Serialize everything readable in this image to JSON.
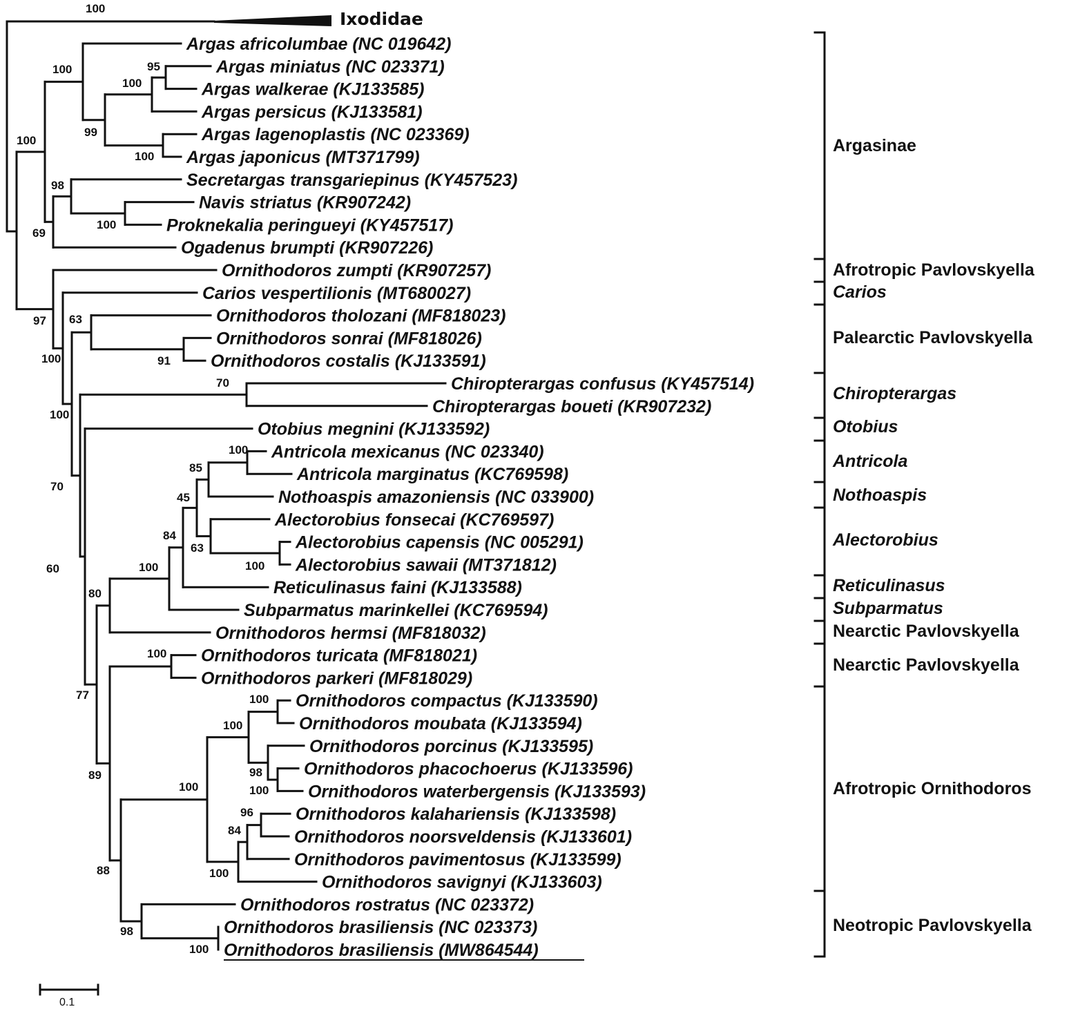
{
  "outgroup": {
    "label": "Ixodidae",
    "support": "100"
  },
  "taxa": [
    "Argas africolumbae (NC 019642)",
    "Argas miniatus (NC 023371)",
    "Argas walkerae (KJ133585)",
    "Argas persicus (KJ133581)",
    "Argas lagenoplastis (NC 023369)",
    "Argas japonicus (MT371799)",
    "Secretargas transgariepinus (KY457523)",
    "Navis striatus (KR907242)",
    "Proknekalia peringueyi (KY457517)",
    "Ogadenus brumpti (KR907226)",
    "Ornithodoros zumpti (KR907257)",
    "Carios vespertilionis (MT680027)",
    "Ornithodoros tholozani (MF818023)",
    "Ornithodoros sonrai (MF818026)",
    "Ornithodoros costalis (KJ133591)",
    "Chiropterargas confusus (KY457514)",
    "Chiropterargas  boueti (KR907232)",
    "Otobius megnini (KJ133592)",
    "Antricola mexicanus (NC 023340)",
    "Antricola marginatus (KC769598)",
    "Nothoaspis amazoniensis (NC 033900)",
    "Alectorobius fonsecai (KC769597)",
    "Alectorobius capensis (NC 005291)",
    "Alectorobius sawaii (MT371812)",
    "Reticulinasus faini (KJ133588)",
    "Subparmatus marinkellei (KC769594)",
    "Ornithodoros hermsi (MF818032)",
    "Ornithodoros turicata (MF818021)",
    "Ornithodoros parkeri (MF818029)",
    "Ornithodoros compactus (KJ133590)",
    "Ornithodoros moubata (KJ133594)",
    "Ornithodoros porcinus (KJ133595)",
    "Ornithodoros phacochoerus (KJ133596)",
    "Ornithodoros waterbergensis (KJ133593)",
    "Ornithodoros kalahariensis (KJ133598)",
    "Ornithodoros noorsveldensis (KJ133601)",
    "Ornithodoros pavimentosus (KJ133599)",
    "Ornithodoros savignyi (KJ133603)",
    "Ornithodoros rostratus (NC 023372)",
    "Ornithodoros brasiliensis (NC 023373)",
    "Ornithodoros brasiliensis (MW864544)"
  ],
  "highlighted_taxon": "Ornithodoros brasiliensis (MW864544)",
  "support_values": [
    "100",
    "100",
    "95",
    "100",
    "99",
    "100",
    "100",
    "98",
    "100",
    "69",
    "97",
    "63",
    "91",
    "100",
    "70",
    "100",
    "70",
    "100",
    "85",
    "45",
    "63",
    "100",
    "84",
    "100",
    "80",
    "60",
    "100",
    "77",
    "100",
    "100",
    "98",
    "100",
    "100",
    "96",
    "84",
    "100",
    "89",
    "88",
    "98",
    "100"
  ],
  "clades": [
    {
      "label": "Argasinae",
      "italic": false
    },
    {
      "label": "Afrotropic Pavlovskyella",
      "italic": false
    },
    {
      "label": "Carios",
      "italic": true
    },
    {
      "label": "Palearctic Pavlovskyella",
      "italic": false
    },
    {
      "label": "Chiropterargas",
      "italic": true
    },
    {
      "label": "Otobius",
      "italic": true
    },
    {
      "label": "Antricola",
      "italic": true
    },
    {
      "label": "Nothoaspis",
      "italic": true
    },
    {
      "label": "Alectorobius",
      "italic": true
    },
    {
      "label": "Reticulinasus",
      "italic": true
    },
    {
      "label": "Subparmatus",
      "italic": true
    },
    {
      "label": "Nearctic Pavlovskyella",
      "italic": false
    },
    {
      "label": "Nearctic Pavlovskyella",
      "italic": false
    },
    {
      "label": "Afrotropic Ornithodoros",
      "italic": false
    },
    {
      "label": "Neotropic Pavlovskyella",
      "italic": false
    }
  ],
  "scale_bar": {
    "label": "0.1"
  }
}
